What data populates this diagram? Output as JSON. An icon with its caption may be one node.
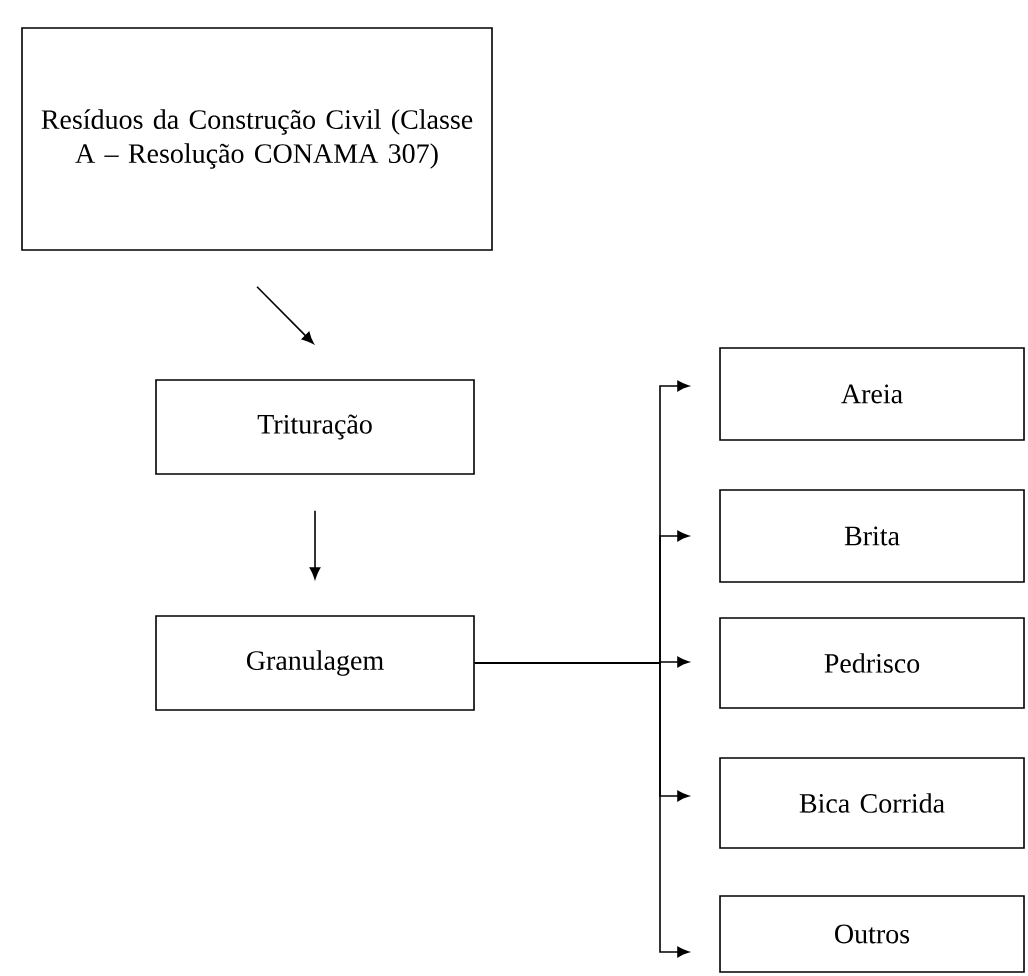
{
  "diagram": {
    "nodes": [
      {
        "text": [
          "Resíduos da Construção Civil (Classe A – Resolução CONAMA 307)"
        ]
      },
      {
        "text": [
          "Trituração"
        ]
      },
      {
        "text": [
          "Granulagem"
        ]
      },
      {
        "text": [
          "Areia"
        ]
      },
      {
        "text": [
          "Brita"
        ]
      },
      {
        "text": [
          "Pedrisco"
        ]
      },
      {
        "text": [
          "Bica Corrida"
        ]
      },
      {
        "text": [
          "Outros"
        ]
      }
    ],
    "edges": [
      {
        "from": 0,
        "to": 1,
        "arrow": "to"
      },
      {
        "from": 1,
        "to": 2,
        "arrow": "to"
      },
      {
        "from": 2,
        "to": 3,
        "arrow": "to"
      },
      {
        "from": 2,
        "to": 4,
        "arrow": "to"
      },
      {
        "from": 2,
        "to": 5,
        "arrow": "to"
      },
      {
        "from": 2,
        "to": 6,
        "arrow": "to"
      },
      {
        "from": 2,
        "to": 7,
        "arrow": "to"
      }
    ]
  }
}
